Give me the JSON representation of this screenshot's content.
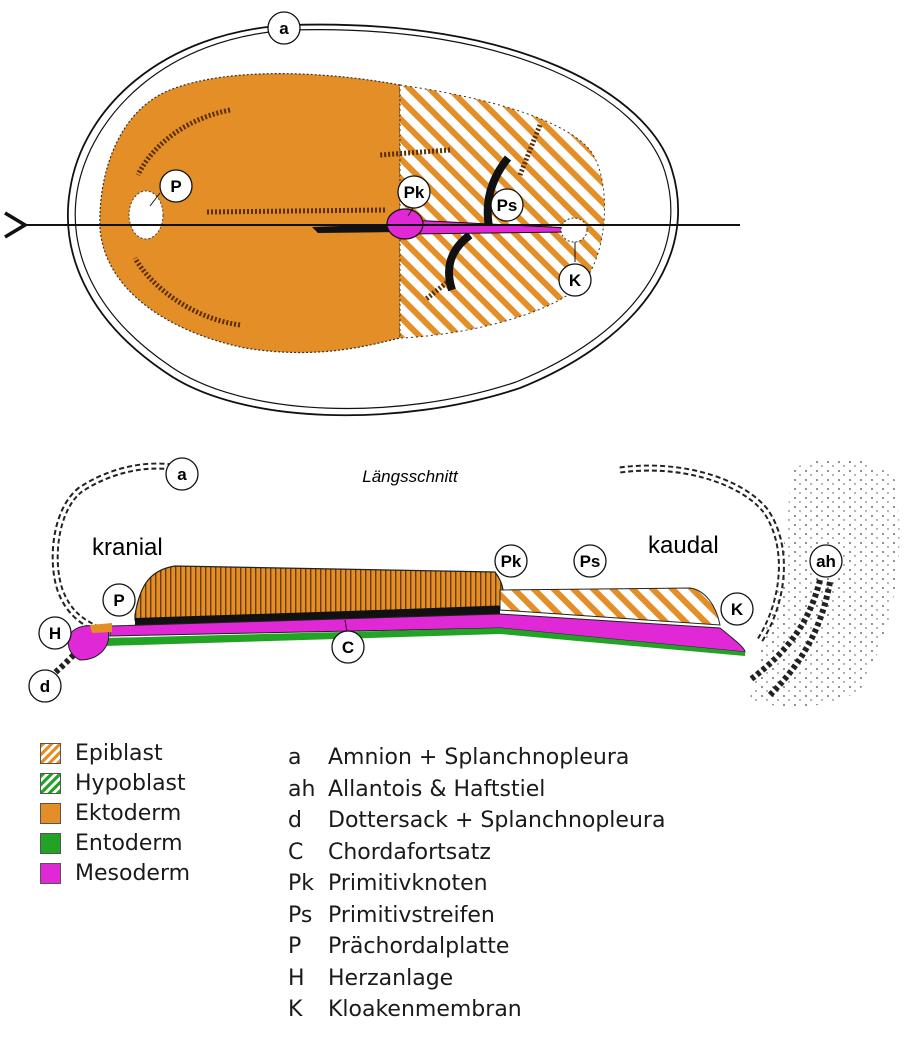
{
  "colors": {
    "ektoderm": "#E38E26",
    "entoderm": "#23A326",
    "mesoderm": "#E028D6",
    "outline": "#111111"
  },
  "top_view": {
    "labels": [
      "a",
      "P",
      "Pk",
      "Ps",
      "K"
    ]
  },
  "section": {
    "title": "Längsschnitt",
    "cranial": "kranial",
    "caudal": "kaudal",
    "labels": [
      "a",
      "P",
      "H",
      "d",
      "C",
      "Pk",
      "Ps",
      "K",
      "ah"
    ]
  },
  "legend_materials": [
    {
      "label": "Epiblast",
      "pattern": "hatch",
      "color": "#E38E26"
    },
    {
      "label": "Hypoblast",
      "pattern": "hatch",
      "color": "#23A326"
    },
    {
      "label": "Ektoderm",
      "pattern": "solid",
      "color": "#E38E26"
    },
    {
      "label": "Entoderm",
      "pattern": "solid",
      "color": "#23A326"
    },
    {
      "label": "Mesoderm",
      "pattern": "solid",
      "color": "#E028D6"
    }
  ],
  "legend_abbreviations": [
    {
      "key": "a",
      "text": "Amnion + Splanchnopleura"
    },
    {
      "key": "ah",
      "text": "Allantois & Haftstiel"
    },
    {
      "key": "d",
      "text": "Dottersack + Splanchnopleura"
    },
    {
      "key": "C",
      "text": "Chordafortsatz"
    },
    {
      "key": "Pk",
      "text": "Primitivknoten"
    },
    {
      "key": "Ps",
      "text": "Primitivstreifen"
    },
    {
      "key": "P",
      "text": "Prächordalplatte"
    },
    {
      "key": "H",
      "text": "Herzanlage"
    },
    {
      "key": "K",
      "text": "Kloakenmembran"
    }
  ]
}
